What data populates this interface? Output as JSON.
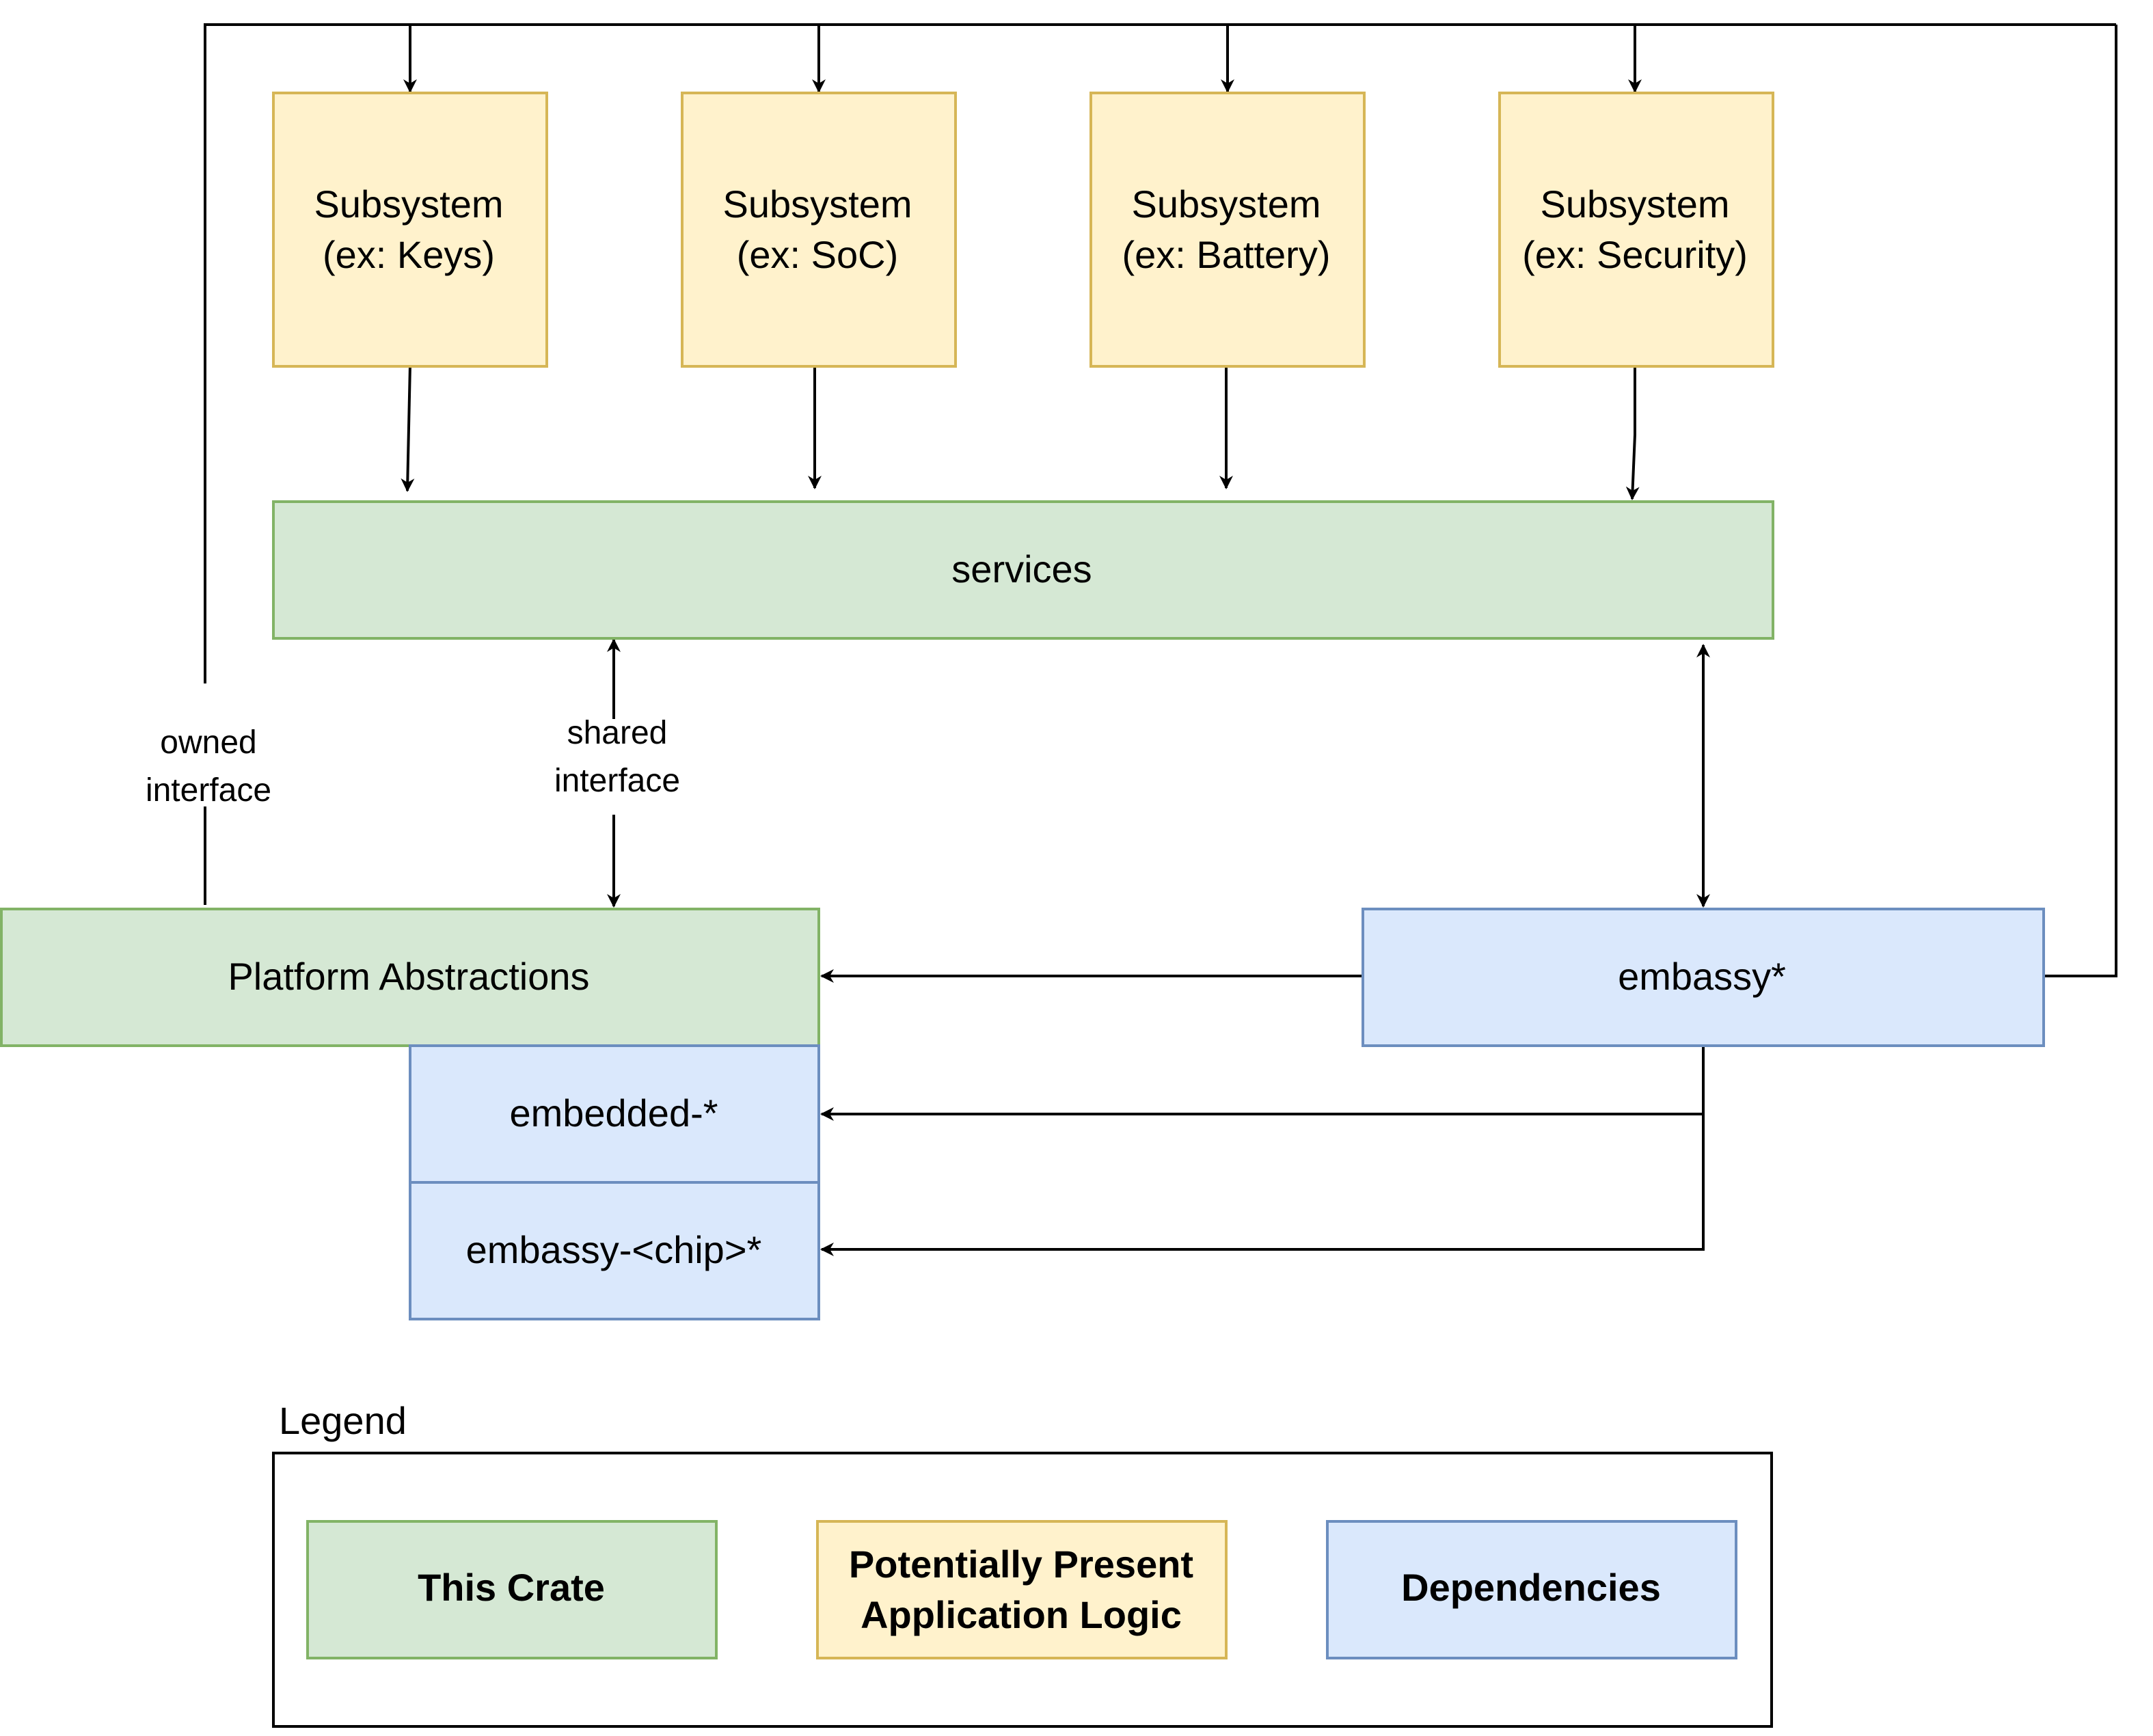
{
  "colors": {
    "crate_fill": "#d5e8d4",
    "crate_stroke": "#82b366",
    "app_fill": "#fff2cc",
    "app_stroke": "#d6b656",
    "dep_fill": "#dae8fc",
    "dep_stroke": "#6c8ebf",
    "line": "#000000"
  },
  "subsystems": [
    {
      "line1": "Subsystem",
      "line2": "(ex: Keys)"
    },
    {
      "line1": "Subsystem",
      "line2": "(ex: SoC)"
    },
    {
      "line1": "Subsystem",
      "line2": "(ex: Battery)"
    },
    {
      "line1": "Subsystem",
      "line2": "(ex: Security)"
    }
  ],
  "services": {
    "label": "services"
  },
  "platform": {
    "label": "Platform Abstractions"
  },
  "embedded": {
    "label": "embedded-*"
  },
  "embassy_chip": {
    "label": "embassy-<chip>*"
  },
  "embassy": {
    "label": "embassy*"
  },
  "edges": {
    "owned": {
      "line1": "owned",
      "line2": "interface"
    },
    "shared": {
      "line1": "shared",
      "line2": "interface"
    }
  },
  "legend": {
    "title": "Legend",
    "items": [
      {
        "line1": "This Crate",
        "line2": ""
      },
      {
        "line1": "Potentially Present",
        "line2": "Application Logic"
      },
      {
        "line1": "Dependencies",
        "line2": ""
      }
    ]
  }
}
